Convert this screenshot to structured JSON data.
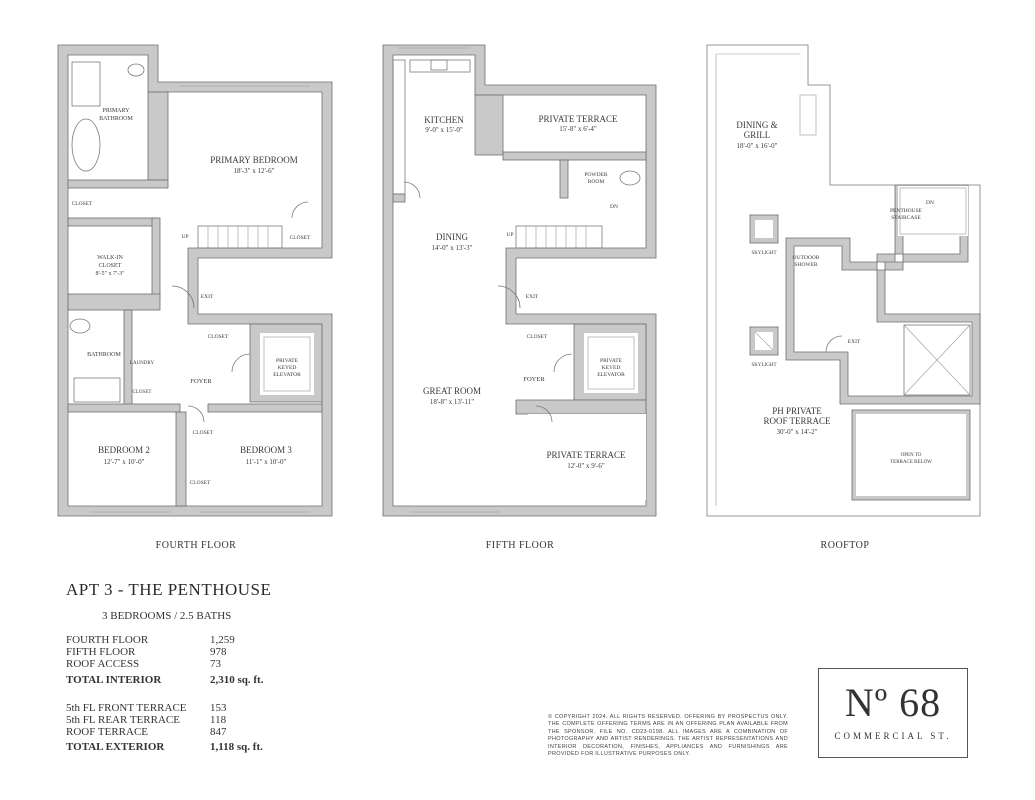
{
  "floors": [
    {
      "caption": "FOURTH FLOOR",
      "rooms": [
        {
          "name": "PRIMARY",
          "name2": "BATHROOM",
          "dims": ""
        },
        {
          "name": "PRIMARY BEDROOM",
          "name2": "",
          "dims": "18'-3\" x 12'-6\""
        },
        {
          "name": "CLOSET",
          "name2": "",
          "dims": ""
        },
        {
          "name": "CLOSET",
          "name2": "",
          "dims": ""
        },
        {
          "name": "WALK-IN",
          "name2": "CLOSET",
          "dims": "8'-5\" x 7'-3\""
        },
        {
          "name": "UP",
          "name2": "",
          "dims": ""
        },
        {
          "name": "EXIT",
          "name2": "",
          "dims": ""
        },
        {
          "name": "CLOSET",
          "name2": "",
          "dims": ""
        },
        {
          "name": "PRIVATE",
          "name2": "KEYED",
          "name3": "ELEVATOR",
          "dims": ""
        },
        {
          "name": "BATHROOM",
          "name2": "",
          "dims": ""
        },
        {
          "name": "LAUNDRY",
          "name2": "",
          "dims": ""
        },
        {
          "name": "CLOSET",
          "name2": "",
          "dims": ""
        },
        {
          "name": "FOYER",
          "name2": "",
          "dims": ""
        },
        {
          "name": "CLOSET",
          "name2": "",
          "dims": ""
        },
        {
          "name": "BEDROOM 2",
          "name2": "",
          "dims": "12'-7\" x 10'-0\""
        },
        {
          "name": "BEDROOM 3",
          "name2": "",
          "dims": "11'-1\" x 10'-0\""
        },
        {
          "name": "CLOSET",
          "name2": "",
          "dims": ""
        }
      ]
    },
    {
      "caption": "FIFTH FLOOR",
      "rooms": [
        {
          "name": "KITCHEN",
          "name2": "",
          "dims": "9'-0\" x 15'-0\""
        },
        {
          "name": "PRIVATE TERRACE",
          "name2": "",
          "dims": "15'-8\" x 6'-4\""
        },
        {
          "name": "POWDER",
          "name2": "ROOM",
          "dims": ""
        },
        {
          "name": "DN",
          "name2": "",
          "dims": ""
        },
        {
          "name": "UP",
          "name2": "",
          "dims": ""
        },
        {
          "name": "DINING",
          "name2": "",
          "dims": "14'-0\" x 13'-3\""
        },
        {
          "name": "EXIT",
          "name2": "",
          "dims": ""
        },
        {
          "name": "CLOSET",
          "name2": "",
          "dims": ""
        },
        {
          "name": "PRIVATE",
          "name2": "KEYED",
          "name3": "ELEVATOR",
          "dims": ""
        },
        {
          "name": "FOYER",
          "name2": "",
          "dims": ""
        },
        {
          "name": "GREAT ROOM",
          "name2": "",
          "dims": "18'-8\" x 13'-11\""
        },
        {
          "name": "PRIVATE TERRACE",
          "name2": "",
          "dims": "12'-0\" x 9'-6\""
        }
      ]
    },
    {
      "caption": "ROOFTOP",
      "rooms": [
        {
          "name": "DINING &",
          "name2": "GRILL",
          "dims": "18'-0\" x 16'-0\""
        },
        {
          "name": "DN",
          "name2": "",
          "dims": ""
        },
        {
          "name": "PENTHOUSE",
          "name2": "STAIRCASE",
          "dims": ""
        },
        {
          "name": "SKYLIGHT",
          "name2": "",
          "dims": ""
        },
        {
          "name": "OUTDOOR",
          "name2": "SHOWER",
          "dims": ""
        },
        {
          "name": "EXIT",
          "name2": "",
          "dims": ""
        },
        {
          "name": "SKYLIGHT",
          "name2": "",
          "dims": ""
        },
        {
          "name": "PH PRIVATE",
          "name2": "ROOF TERRACE",
          "dims": "30'-0\" x 14'-2\""
        },
        {
          "name": "OPEN TO",
          "name2": "TERRACE BELOW",
          "dims": ""
        }
      ]
    }
  ],
  "apartment": {
    "title": "APT 3 - THE PENTHOUSE",
    "subtitle": "3 BEDROOMS / 2.5 BATHS",
    "interior": [
      {
        "label": "FOURTH FLOOR",
        "value": "1,259"
      },
      {
        "label": "FIFTH FLOOR",
        "value": "978"
      },
      {
        "label": "ROOF ACCESS",
        "value": "73"
      }
    ],
    "interior_total": {
      "label": "TOTAL INTERIOR",
      "value": "2,310  sq. ft."
    },
    "exterior": [
      {
        "label": "5th FL FRONT TERRACE",
        "value": "153"
      },
      {
        "label": "5th FL REAR TERRACE",
        "value": "118"
      },
      {
        "label": "ROOF TERRACE",
        "value": "847"
      }
    ],
    "exterior_total": {
      "label": "TOTAL EXTERIOR",
      "value": "1,118  sq. ft."
    }
  },
  "legal": "© COPYRIGHT 2024. ALL RIGHTS RESERVED. OFFERING BY PROSPECTUS ONLY. THE COMPLETE OFFERING TERMS ARE IN AN OFFERING PLAN AVAILABLE FROM THE SPONSOR. FILE NO. CD23-0198. ALL IMAGES ARE A COMBINATION OF PHOTOGRAPHY AND ARTIST RENDERINGS. THE ARTIST REPRESENTATIONS AND INTERIOR DECORATION, FINISHES, APPLIANCES AND FURNISHINGS ARE PROVIDED FOR ILLUSTRATIVE PURPOSES ONLY.",
  "logo": {
    "mark": "Nº 68",
    "sub": "COMMERCIAL ST."
  },
  "colors": {
    "wall": "#c9c9c9",
    "wall_stroke": "#6f6f6f",
    "line": "#777777",
    "text": "#2a2a2a"
  }
}
